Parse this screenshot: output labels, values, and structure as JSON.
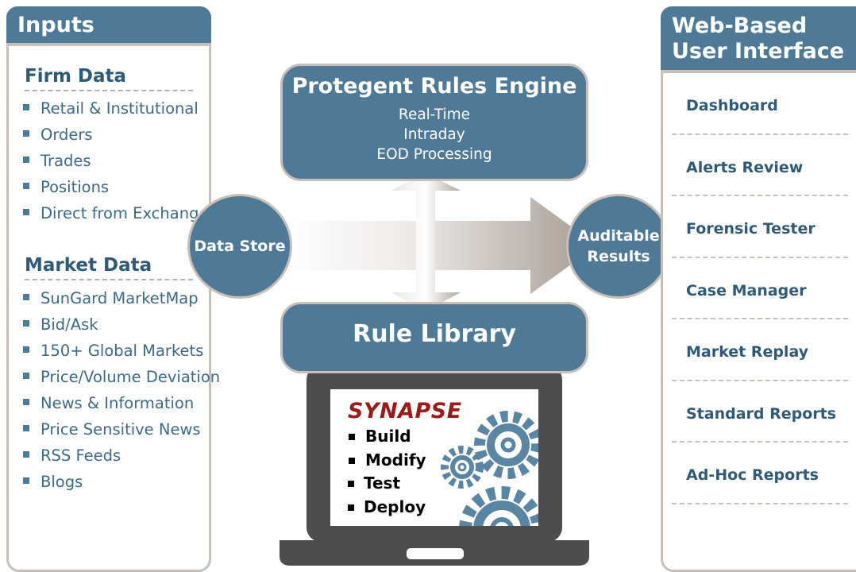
{
  "inputs": {
    "title": "Inputs",
    "firm_data": {
      "title": "Firm Data",
      "items": [
        "Retail & Institutional",
        "Orders",
        "Trades",
        "Positions",
        "Direct from Exchange"
      ]
    },
    "market_data": {
      "title": "Market Data",
      "items": [
        "SunGard MarketMap",
        "Bid/Ask",
        "150+ Global Markets",
        "Price/Volume Deviation",
        "News & Information",
        "Price Sensitive News",
        "RSS Feeds",
        "Blogs"
      ]
    }
  },
  "engine": {
    "title": "Protegent Rules Engine",
    "lines": [
      "Real-Time",
      "Intraday",
      "EOD Processing"
    ]
  },
  "data_store": "Data Store",
  "auditable_results": [
    "Auditable",
    "Results"
  ],
  "rule_library": "Rule Library",
  "synapse": {
    "title": "SYNAPSE",
    "items": [
      "Build",
      "Modify",
      "Test",
      "Deploy"
    ]
  },
  "web_ui": {
    "title_lines": [
      "Web-Based",
      "User Interface"
    ],
    "items": [
      "Dashboard",
      "Alerts Review",
      "Forensic Tester",
      "Case Manager",
      "Market Replay",
      "Standard Reports",
      "Ad-Hoc Reports"
    ]
  },
  "colors": {
    "accent": "#4f7a97",
    "border": "#c7bfb8",
    "synapse_red": "#9b1b1b",
    "laptop": "#4d4d4f"
  }
}
